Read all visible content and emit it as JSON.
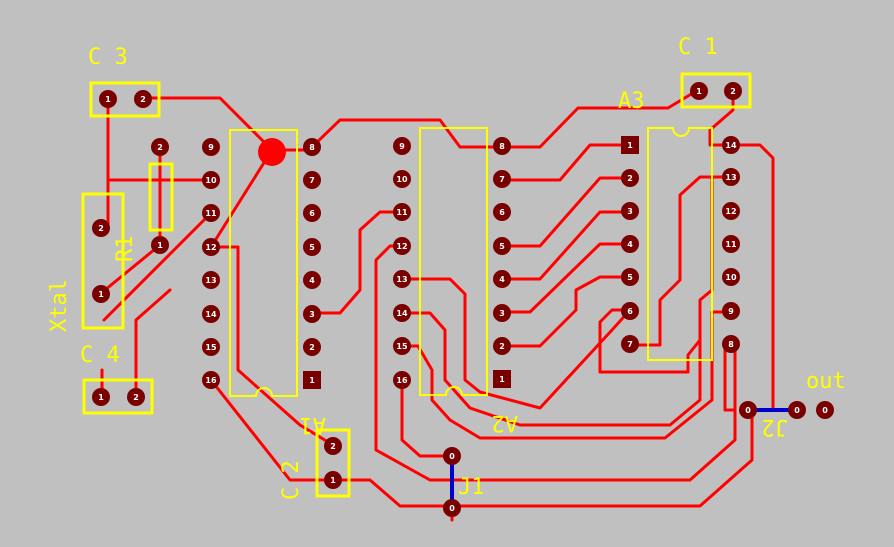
{
  "colors": {
    "background": "#c0c0c0",
    "trace": "#ff0000",
    "silkscreen": "#ffff00",
    "pad": "#7a0000",
    "jumper": "#0000cc",
    "pin_label": "#ffffff"
  },
  "labels": {
    "c3": "C 3",
    "c1": "C 1",
    "a3": "A3",
    "r1": "R1",
    "xtal": "Xtal",
    "c4": "C 4",
    "c2": "C 2",
    "a1": "A1",
    "a2": "A2",
    "j1": "J1",
    "j2": "J2",
    "out": "out"
  },
  "pads": {
    "c3": [
      "1",
      "2"
    ],
    "c1": [
      "1",
      "2"
    ],
    "r1": [
      "2",
      "1"
    ],
    "xtal": [
      "2",
      "1"
    ],
    "c4": [
      "1",
      "2"
    ],
    "c2": [
      "2",
      "1"
    ],
    "a1_left": [
      "9",
      "10",
      "11",
      "12",
      "13",
      "14",
      "15",
      "16"
    ],
    "a1_right": [
      "8",
      "7",
      "6",
      "5",
      "4",
      "3",
      "2",
      "1"
    ],
    "a2_left": [
      "9",
      "10",
      "11",
      "12",
      "13",
      "14",
      "15",
      "16"
    ],
    "a2_right": [
      "8",
      "7",
      "6",
      "5",
      "4",
      "3",
      "2",
      "1"
    ],
    "a3_left": [
      "1",
      "2",
      "3",
      "4",
      "5",
      "6",
      "7"
    ],
    "a3_right": [
      "14",
      "13",
      "12",
      "11",
      "10",
      "9",
      "8"
    ],
    "j1": [
      "0",
      "0"
    ],
    "j2": [
      "0",
      "0",
      "0"
    ]
  }
}
